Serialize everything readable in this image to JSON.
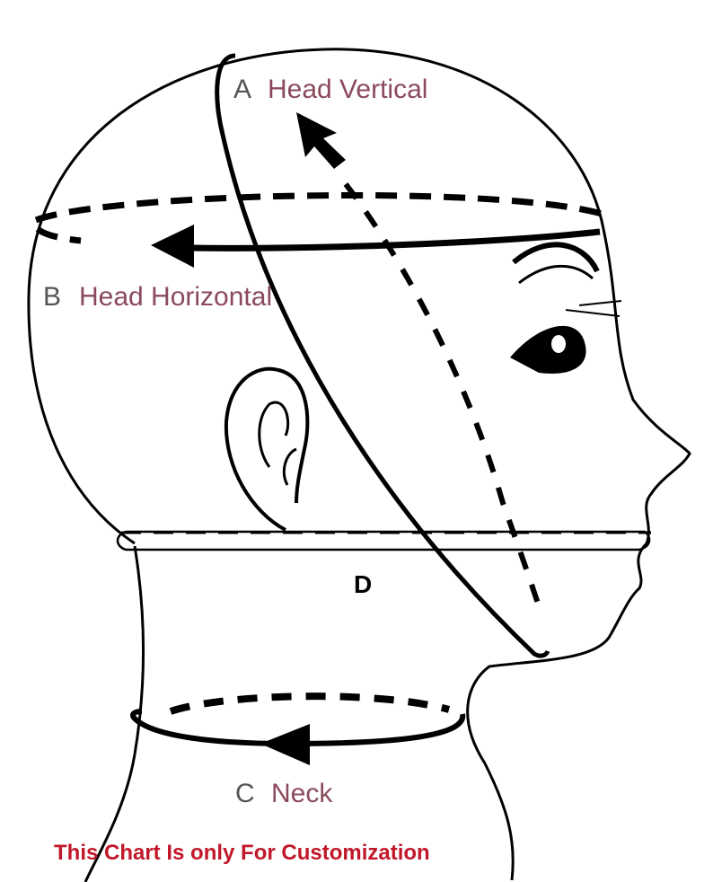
{
  "labels": {
    "a_letter": "A",
    "a_name": "Head Vertical",
    "b_letter": "B",
    "b_name": "Head Horizontal",
    "c_letter": "C",
    "c_name": "Neck",
    "d_letter": "D"
  },
  "footer": "This Chart Is only For Customization",
  "colors": {
    "line": "#000000",
    "label_letter": "#555555",
    "label_name": "#8b4a5c",
    "footer": "#c0182a",
    "background": "#ffffff"
  }
}
